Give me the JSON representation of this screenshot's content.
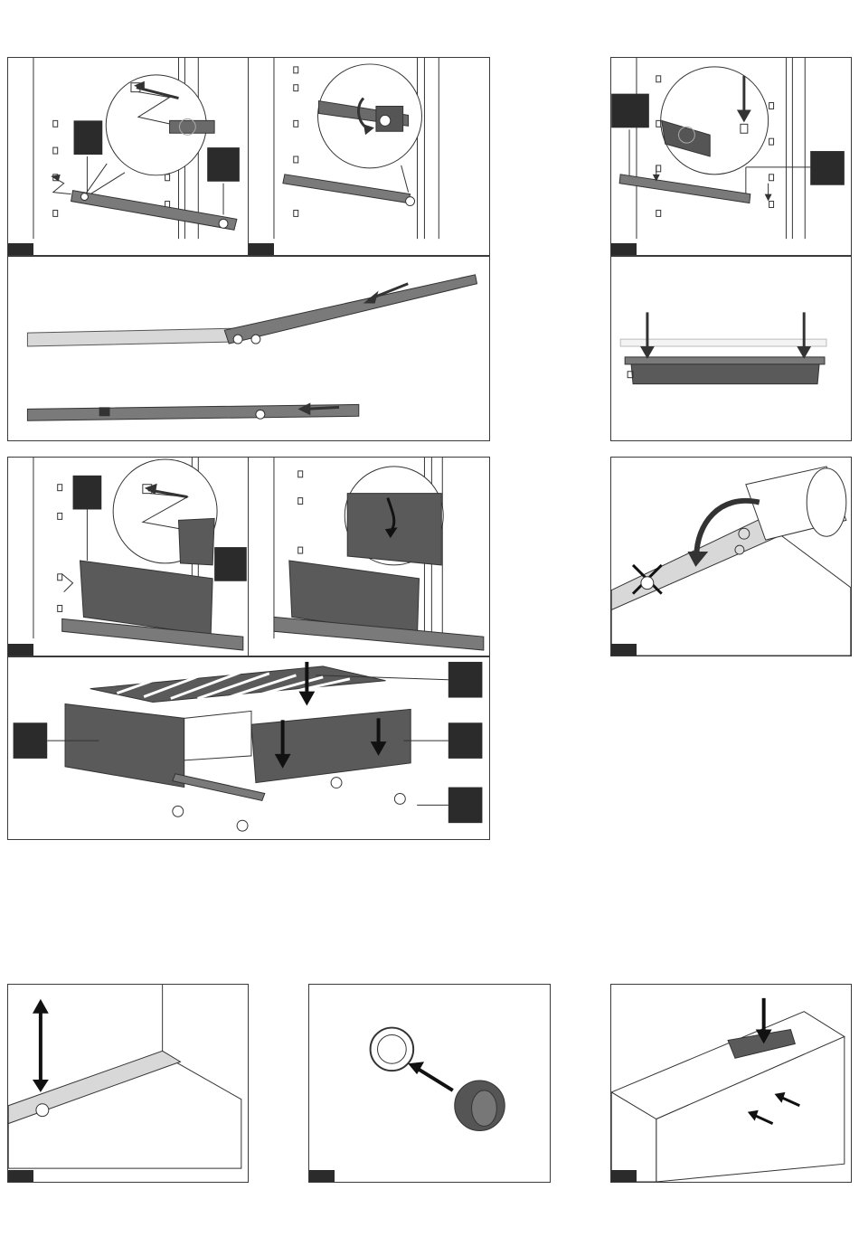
{
  "page": {
    "panels": [
      {
        "id": "rail-left-install",
        "step": ""
      },
      {
        "id": "rail-left-lock",
        "step": ""
      },
      {
        "id": "rail-extend",
        "step": ""
      },
      {
        "id": "shelf-front-install",
        "step": ""
      },
      {
        "id": "shelf-front-lock",
        "step": ""
      },
      {
        "id": "drawer-assembly",
        "step": ""
      },
      {
        "id": "rear-bracket",
        "step": ""
      },
      {
        "id": "bracket-align",
        "step": ""
      },
      {
        "id": "water-fill",
        "step": ""
      },
      {
        "id": "height-adjust",
        "step": ""
      },
      {
        "id": "vent-cap",
        "step": ""
      },
      {
        "id": "top-cover",
        "step": ""
      }
    ]
  },
  "colors": {
    "frame": "#3a3a3a",
    "label": "#2b2b2b",
    "part": "#5a5a5a",
    "part_light": "#8c8c8c"
  }
}
